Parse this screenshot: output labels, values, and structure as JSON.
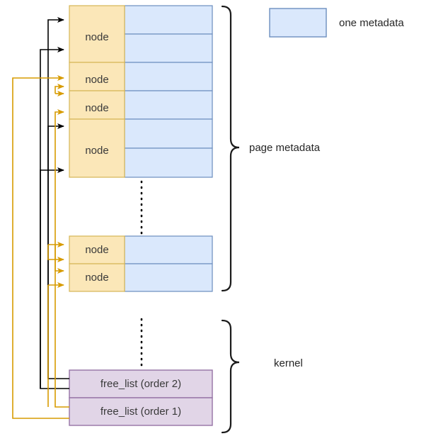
{
  "diagram": {
    "title": "page metadata and kernel free_list diagram",
    "colors": {
      "node_fill": "#fbe7b8",
      "node_stroke": "#d6b656",
      "metadata_fill": "#dae8fc",
      "metadata_stroke": "#6c8ebf",
      "freelist_fill": "#e1d5e7",
      "freelist_stroke": "#9673a6",
      "arrow_black": "#000000",
      "arrow_orange": "#d79b00",
      "brace": "#000000",
      "text": "#333333"
    }
  },
  "page_metadata_group": {
    "label": "page metadata",
    "top_nodes": [
      {
        "label": "node",
        "metadata_cells": 2
      },
      {
        "label": "node",
        "metadata_cells": 1
      },
      {
        "label": "node",
        "metadata_cells": 1
      },
      {
        "label": "node",
        "metadata_cells": 2
      }
    ],
    "bottom_nodes": [
      {
        "label": "node",
        "metadata_cells": 1
      },
      {
        "label": "node",
        "metadata_cells": 1
      }
    ],
    "ellipsis": "vertical-dots"
  },
  "kernel_group": {
    "label": "kernel",
    "free_lists": [
      {
        "label": "free_list (order 2)"
      },
      {
        "label": "free_list (order 1)"
      }
    ],
    "ellipsis": "vertical-dots"
  },
  "legend": {
    "swatch_label": "one metadata"
  }
}
